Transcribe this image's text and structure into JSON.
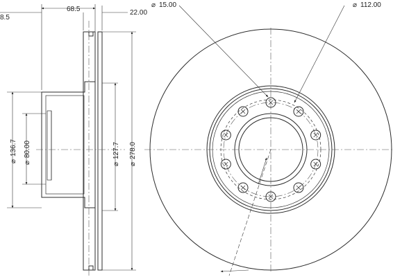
{
  "dimensions": {
    "width_68": "68.5",
    "width_22": "22.00",
    "left_partial": "8.5",
    "hole_dia": "15.00",
    "pcd": "112.00",
    "dia_136": "136.7",
    "dia_80": "80.00",
    "dia_127": "127.7",
    "dia_278": "278.0"
  },
  "symbols": {
    "diameter": "⌀"
  }
}
